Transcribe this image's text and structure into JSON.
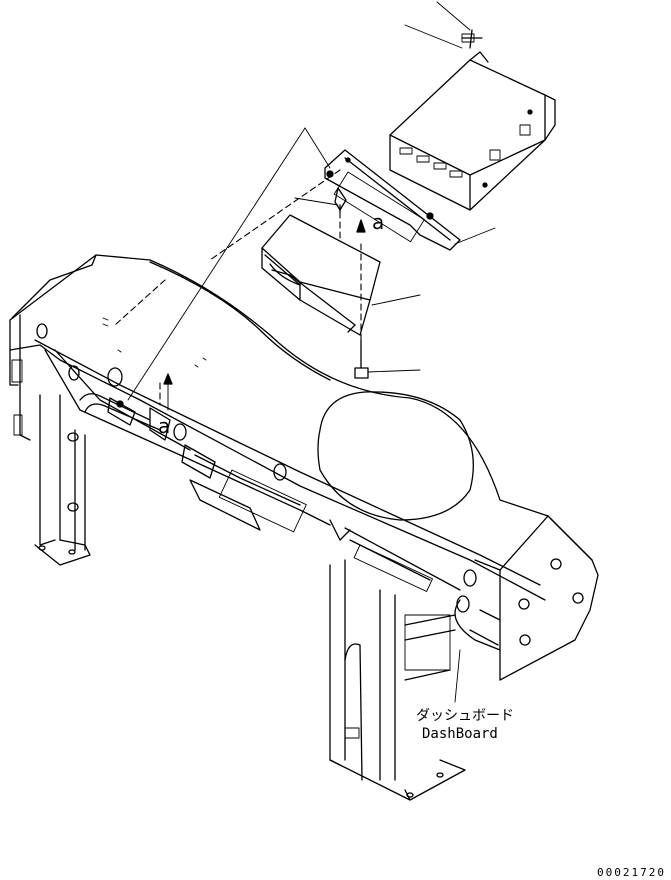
{
  "labels": {
    "dashboard_jp": "ダッシュボード",
    "dashboard_en": "DashBoard",
    "arrow_a_upper": "a",
    "arrow_a_lower": "a"
  },
  "drawing_number": "00021720"
}
